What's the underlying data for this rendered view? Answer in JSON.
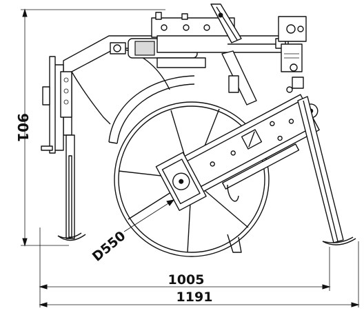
{
  "dimensions": {
    "height_label": "901",
    "diameter_label": "D550",
    "inner_width_label": "1005",
    "overall_width_label": "1191"
  },
  "colors": {
    "line": "#111111",
    "background": "#ffffff",
    "shade": "#d9d9d9"
  }
}
